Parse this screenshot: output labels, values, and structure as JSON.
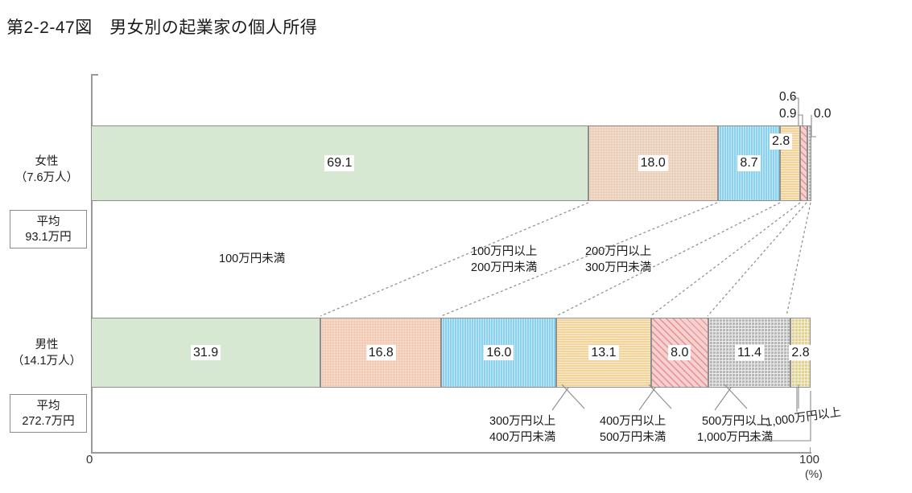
{
  "figure": {
    "number": "第2-2-47図",
    "title": "男女別の起業家の個人所得",
    "full_title": "第2-2-47図　男女別の起業家の個人所得"
  },
  "axis": {
    "x_min_label": "0",
    "x_max_label": "100",
    "unit_label": "(%)"
  },
  "categories": [
    {
      "key": "female",
      "name": "女性",
      "count": "（7.6万人）",
      "avg_caption": "平均",
      "avg_value": "93.1万円"
    },
    {
      "key": "male",
      "name": "男性",
      "count": "（14.1万人）",
      "avg_caption": "平均",
      "avg_value": "272.7万円"
    }
  ],
  "series_labels": [
    "100万円未満",
    "100万円以上\n200万円未満",
    "200万円以上\n300万円未満",
    "300万円以上\n400万円未満",
    "400万円以上\n500万円未満",
    "500万円以上\n1,000万円未満",
    "1,000万円以上"
  ],
  "callout_labels": {
    "under_100": "100万円未満",
    "r100_200_a": "100万円以上",
    "r100_200_b": "200万円未満",
    "r200_300_a": "200万円以上",
    "r200_300_b": "300万円未満",
    "r300_400_a": "300万円以上",
    "r300_400_b": "400万円未満",
    "r400_500_a": "400万円以上",
    "r400_500_b": "500万円未満",
    "r500_1000_a": "500万円以上",
    "r500_1000_b": "1,000万円未満",
    "over_1000": "1,000万円以上"
  },
  "colors": {
    "green": "#d6e7d2",
    "orange": "#f0b494",
    "blue": "#8ad2f0",
    "tan": "#f2d49a",
    "pink": "#f6cfcf",
    "gray": "#b8b8b8",
    "khaki": "#e2d394",
    "axis": "#9a9a9a",
    "text": "#1a1a1a"
  },
  "female_values": {
    "v0": "69.1",
    "v1": "18.0",
    "v2": "8.7",
    "v3": "2.8",
    "v4": "0.9",
    "v5": "0.6",
    "v6": "0.0"
  },
  "male_values": {
    "v0": "31.9",
    "v1": "16.8",
    "v2": "16.0",
    "v3": "13.1",
    "v4": "8.0",
    "v5": "11.4",
    "v6": "2.8"
  },
  "chart_data": {
    "type": "bar",
    "orientation": "horizontal",
    "stacked": true,
    "percent": true,
    "title": "第2-2-47図　男女別の起業家の個人所得",
    "xlabel": "(%)",
    "ylabel": "",
    "xlim": [
      0,
      100
    ],
    "grid": false,
    "legend": "inline-callouts",
    "categories": [
      "女性（7.6万人）",
      "男性（14.1万人）"
    ],
    "series": [
      {
        "name": "100万円未満",
        "values": [
          69.1,
          31.9
        ]
      },
      {
        "name": "100万円以上200万円未満",
        "values": [
          18.0,
          16.8
        ]
      },
      {
        "name": "200万円以上300万円未満",
        "values": [
          8.7,
          16.0
        ]
      },
      {
        "name": "300万円以上400万円未満",
        "values": [
          2.8,
          13.1
        ]
      },
      {
        "name": "400万円以上500万円未満",
        "values": [
          0.9,
          8.0
        ]
      },
      {
        "name": "500万円以上1,000万円未満",
        "values": [
          0.6,
          11.4
        ]
      },
      {
        "name": "1,000万円以上",
        "values": [
          0.0,
          2.8
        ]
      }
    ],
    "annotations": [
      {
        "text": "平均 93.1万円",
        "target": "女性"
      },
      {
        "text": "平均 272.7万円",
        "target": "男性"
      }
    ]
  }
}
